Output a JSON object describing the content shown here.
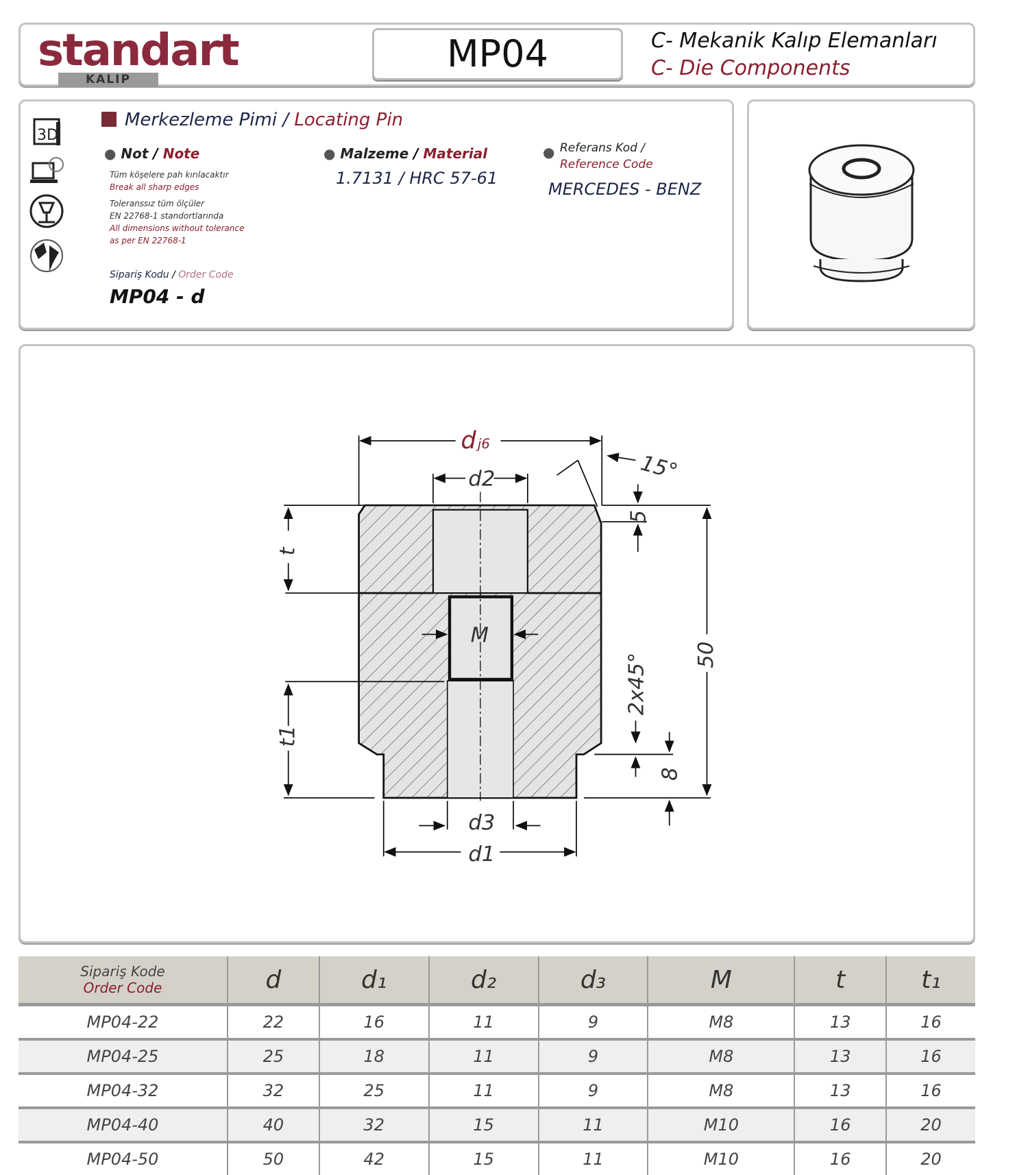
{
  "header": {
    "logo_main": "standart",
    "logo_sub": "KALIP",
    "code": "MP04",
    "category_tr": "C- Mekanik Kalıp Elemanları",
    "category_en": "C- Die Components"
  },
  "info": {
    "title_tr": "Merkezleme Pimi",
    "title_sep": " / ",
    "title_en": "Locating Pin",
    "note_label_tr": "Not",
    "note_label_en": "Note",
    "note_lines": [
      {
        "text": "Tüm köşelere pah kırılacaktır",
        "lang": "tr"
      },
      {
        "text": "Break all sharp edges",
        "lang": "en"
      }
    ],
    "tol_lines": [
      {
        "text": "Toleranssız tüm ölçüler",
        "lang": "tr"
      },
      {
        "text": "EN 22768-1 standortlarında",
        "lang": "tr"
      },
      {
        "text": "All dimensions without tolerance",
        "lang": "en"
      },
      {
        "text": "as per EN 22768-1",
        "lang": "en"
      }
    ],
    "order_label_tr": "Sipariş Kodu",
    "order_label_en": "Order Code",
    "order_code": "MP04 - d",
    "material_label_tr": "Malzeme",
    "material_label_en": "Material",
    "material_value": "1.7131 / HRC 57-61",
    "ref_label_tr": "Referans Kod /",
    "ref_label_en": "Reference Code",
    "ref_value": "MERCEDES - BENZ",
    "side_icons": [
      "3d-model-icon",
      "cad-download-icon",
      "machining-icon",
      "globe-icon"
    ]
  },
  "drawing": {
    "d": "d",
    "d_tol": "j6",
    "d1": "d1",
    "d2": "d2",
    "d3": "d3",
    "M": "M",
    "t": "t",
    "t1": "t1",
    "angle": "15°",
    "dim5": "5",
    "dim50": "50",
    "dim8": "8",
    "chamfer": "2x45°"
  },
  "table": {
    "headers": {
      "order_tr": "Sipariş Kode",
      "order_en": "Order Code",
      "cols": [
        "d",
        "d₁",
        "d₂",
        "d₃",
        "M",
        "t",
        "t₁"
      ]
    },
    "rows": [
      [
        "MP04-22",
        "22",
        "16",
        "11",
        "9",
        "M8",
        "13",
        "16"
      ],
      [
        "MP04-25",
        "25",
        "18",
        "11",
        "9",
        "M8",
        "13",
        "16"
      ],
      [
        "MP04-32",
        "32",
        "25",
        "11",
        "9",
        "M8",
        "13",
        "16"
      ],
      [
        "MP04-40",
        "40",
        "32",
        "15",
        "11",
        "M10",
        "16",
        "20"
      ],
      [
        "MP04-50",
        "50",
        "42",
        "15",
        "11",
        "M10",
        "16",
        "20"
      ]
    ]
  },
  "colors": {
    "brand": "#8a2a3c",
    "accent_red": "#8a1f2e",
    "navy": "#1c2547",
    "table_header": "#d4d1c9"
  }
}
